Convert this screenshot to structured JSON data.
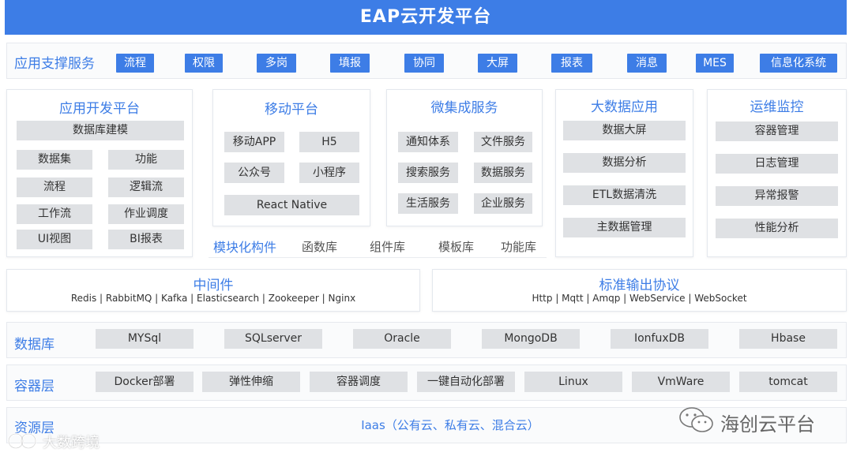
{
  "header": {
    "title": "EAP云开发平台"
  },
  "app_support": {
    "label": "应用支撑服务",
    "tags": [
      "流程",
      "权限",
      "多岗",
      "填报",
      "协同",
      "大屏",
      "报表",
      "消息",
      "MES",
      "信息化系统"
    ]
  },
  "app_dev": {
    "title": "应用开发平台",
    "items": [
      "数据库建模",
      "数据集",
      "功能",
      "流程",
      "逻辑流",
      "工作流",
      "作业调度",
      "UI视图",
      "BI报表"
    ]
  },
  "mobile": {
    "title": "移动平台",
    "items": [
      "移动APP",
      "H5",
      "公众号",
      "小程序",
      "React Native"
    ]
  },
  "micro": {
    "title": "微集成服务",
    "items": [
      "通知体系",
      "文件服务",
      "搜索服务",
      "数据服务",
      "生活服务",
      "企业服务"
    ]
  },
  "modular": {
    "label": "模块化构件",
    "items": [
      "函数库",
      "组件库",
      "模板库",
      "功能库"
    ]
  },
  "bigdata": {
    "title": "大数据应用",
    "items": [
      "数据大屏",
      "数据分析",
      "ETL数据清洗",
      "主数据管理"
    ]
  },
  "ops": {
    "title": "运维监控",
    "items": [
      "容器管理",
      "日志管理",
      "异常报警",
      "性能分析"
    ]
  },
  "middleware": {
    "title": "中间件",
    "text": "Redis | RabbitMQ | Kafka | Elasticsearch | Zookeeper | Nginx"
  },
  "protocol": {
    "title": "标准输出协议",
    "text": "Http | Mqtt | Amqp | WebService | WebSocket"
  },
  "database": {
    "label": "数据库",
    "items": [
      "MYSql",
      "SQLserver",
      "Oracle",
      "MongoDB",
      "IonfuxDB",
      "Hbase"
    ]
  },
  "container": {
    "label": "容器层",
    "items": [
      "Docker部署",
      "弹性伸缩",
      "容器调度",
      "一键自动化部署",
      "Linux",
      "VmWare",
      "tomcat"
    ]
  },
  "resource": {
    "label": "资源层",
    "text": "Iaas（公有云、私有云、混合云）"
  },
  "watermarks": {
    "left": "大数跨境",
    "right": "海创云平台"
  }
}
